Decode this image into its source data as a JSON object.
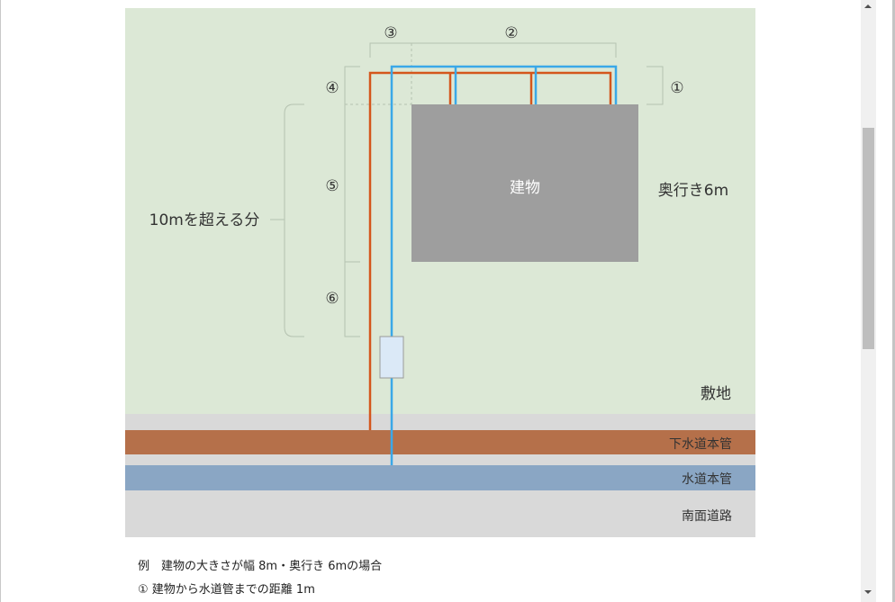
{
  "diagram": {
    "building_label": "建物",
    "depth_label": "奥行き6m",
    "site_label": "敷地",
    "sewer_main_label": "下水道本管",
    "water_main_label": "水道本管",
    "road_label": "南面道路",
    "excess_label": "10mを超える分",
    "markers": [
      "①",
      "②",
      "③",
      "④",
      "⑤",
      "⑥"
    ],
    "colors": {
      "site": "#dce8d6",
      "building": "#9e9e9e",
      "sewer": "#b5704a",
      "water": "#8aa6c4",
      "road": "#d9d9d9",
      "sewer_pipe": "#d4561c",
      "water_pipe": "#3aa8e8"
    }
  },
  "caption": {
    "line1": "例　建物の大きさが幅 8m・奥行き 6mの場合",
    "line2": "① 建物から水道管までの距離 1m"
  }
}
